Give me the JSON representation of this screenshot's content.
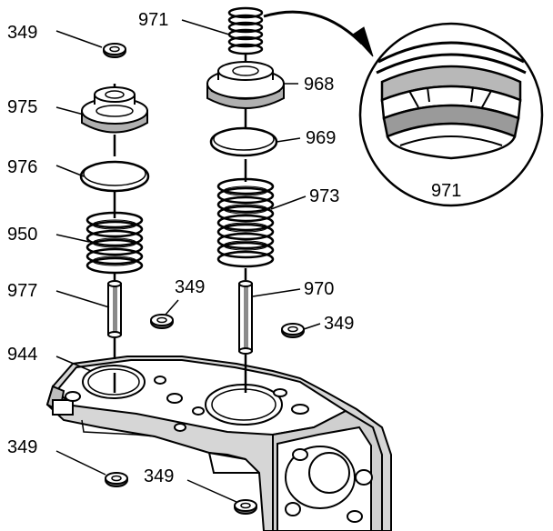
{
  "diagram": {
    "callouts": {
      "washer_top_left": "349",
      "cap_left": "975",
      "seal_left": "976",
      "spring_left": "950",
      "pin_left": "977",
      "washer_mid_left": "349",
      "body": "944",
      "washer_bottom_left": "349",
      "washer_bottom_center": "349",
      "spring_top": "971",
      "cap_right": "968",
      "seal_right": "969",
      "spring_right": "973",
      "pin_right": "970",
      "washer_right": "349",
      "detail_label": "971"
    },
    "colors": {
      "ink": "#000000",
      "paper": "#ffffff",
      "shade": "#b8b8b8",
      "dark_shade": "#6e6e6e"
    }
  }
}
